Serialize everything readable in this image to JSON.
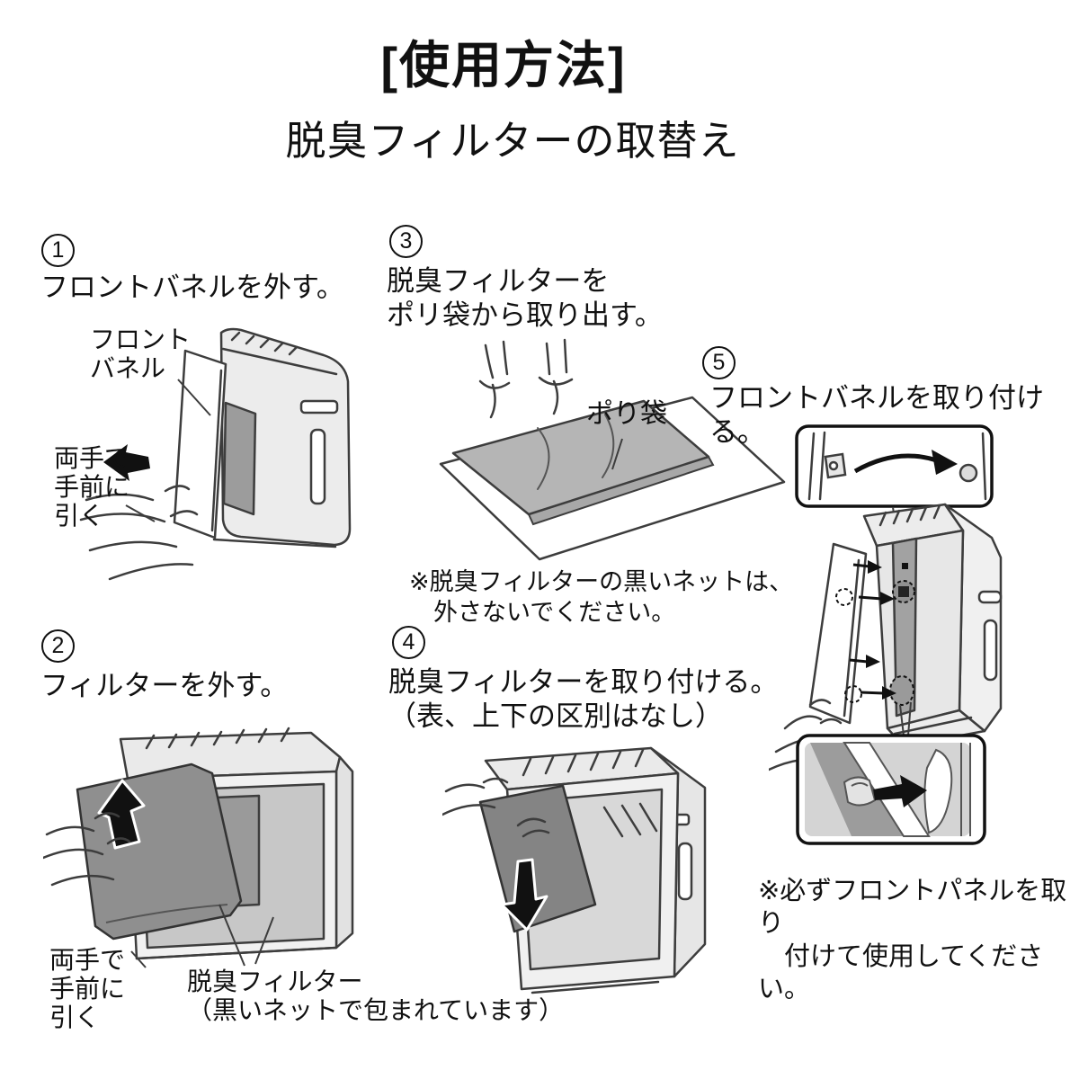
{
  "header": {
    "title": "[使用方法]",
    "subtitle": "脱臭フィルターの取替え"
  },
  "steps": {
    "s1": {
      "num": "1",
      "instruction": "フロントバネルを外す。",
      "label_panel": "フロント\nバネル",
      "label_pull": "両手で\n手前に\n引く"
    },
    "s2": {
      "num": "2",
      "instruction": "フィルターを外す。",
      "label_pull": "両手で\n手前に\n引く",
      "label_filter": "脱臭フィルター\n（黒いネットで包まれています）"
    },
    "s3": {
      "num": "3",
      "instruction": "脱臭フィルターを\nポリ袋から取り出す。",
      "label_bag": "ポり袋",
      "note": "※脱臭フィルターの黒いネットは、\n　外さないでください。"
    },
    "s4": {
      "num": "4",
      "instruction": "脱臭フィルターを取り付ける。\n（表、上下の区別はなし）"
    },
    "s5": {
      "num": "5",
      "instruction": "フロントバネルを取り付ける。",
      "note": "※必ずフロントパネルを取り\n　付けて使用してください。"
    }
  },
  "colors": {
    "background": "#ffffff",
    "text": "#111111",
    "line": "#3d3d3d",
    "device_gray": "#ececec",
    "opening_gray": "#9c9c9c",
    "filter_dark_gray": "#8f8f8f",
    "filter_bag_gray": "#b5b5b5",
    "arrow_black": "#111111"
  }
}
